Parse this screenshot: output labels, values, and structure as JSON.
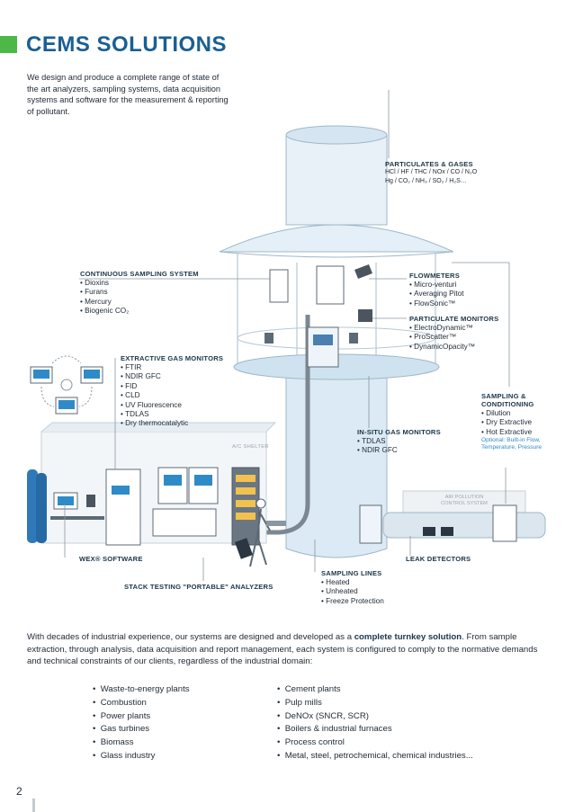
{
  "header": {
    "title": "CEMS SOLUTIONS",
    "intro": "We design and produce a complete range of state of the art analyzers, sampling systems, data acquisition systems and software for the measurement & reporting of pollutant."
  },
  "colors": {
    "accent_green": "#4db848",
    "title_blue": "#1a5f93",
    "line_gray": "#8a96a0",
    "tower_blue": "#dbeaf4"
  },
  "diagram": {
    "particulates_gases": {
      "title": "PARTICULATES & GASES",
      "line1": "HCl / HF / THC / NOx / CO / N₂O",
      "line2": "Hg / CO₂ / NH₃ / SO₂ / H₂S…"
    },
    "continuous_sampling": {
      "title": "CONTINUOUS SAMPLING SYSTEM",
      "items": [
        "Dioxins",
        "Furans",
        "Mercury",
        "Biogenic CO₂"
      ]
    },
    "flowmeters": {
      "title": "FLOWMETERS",
      "items": [
        "Micro-venturi",
        "Averaging Pitot",
        "FlowSonic™"
      ]
    },
    "particulate_monitors": {
      "title": "PARTICULATE MONITORS",
      "items": [
        "ElectroDynamic™",
        "ProScatter™",
        "DynamicOpacity™"
      ]
    },
    "extractive_gas": {
      "title": "EXTRACTIVE GAS MONITORS",
      "items": [
        "FTIR",
        "NDIR GFC",
        "FID",
        "CLD",
        "UV Fluorescence",
        "TDLAS",
        "Dry thermocatalytic"
      ]
    },
    "sampling_conditioning": {
      "title_line1": "SAMPLING &",
      "title_line2": "CONDITIONING",
      "items": [
        "Dilution",
        "Dry Extractive",
        "Hot Extractive"
      ],
      "optional_line1": "Optional: Built-in Flow,",
      "optional_line2": "Temperature, Pressure"
    },
    "insitu_gas": {
      "title": "IN-SITU GAS MONITORS",
      "items": [
        "TDLAS",
        "NDIR GFC"
      ]
    },
    "shelter_label": "A/C SHELTER",
    "apcs_line1": "AIR POLLUTION",
    "apcs_line2": "CONTROL SYSTEM",
    "wex_software": "WEX® SOFTWARE",
    "leak_detectors": "LEAK DETECTORS",
    "stack_testing": "STACK TESTING \"PORTABLE\" ANALYZERS",
    "sampling_lines": {
      "title": "SAMPLING LINES",
      "items": [
        "Heated",
        "Unheated",
        "Freeze Protection"
      ]
    }
  },
  "body": {
    "para_before": "With decades of industrial experience, our systems are designed and developed as a ",
    "para_bold": "complete turnkey solution",
    "para_after": ". From sample extraction, through analysis, data acquisition and report management, each system is configured to comply to the normative demands and technical constraints of our clients, regardless of the industrial domain:",
    "industries_left": [
      "Waste-to-energy plants",
      "Combustion",
      "Power plants",
      "Gas turbines",
      "Biomass",
      "Glass industry"
    ],
    "industries_right": [
      "Cement plants",
      "Pulp mills",
      "DeNOx (SNCR, SCR)",
      "Boilers & industrial furnaces",
      "Process control",
      "Metal, steel, petrochemical, chemical industries..."
    ]
  },
  "footer": {
    "page_number": "2"
  }
}
